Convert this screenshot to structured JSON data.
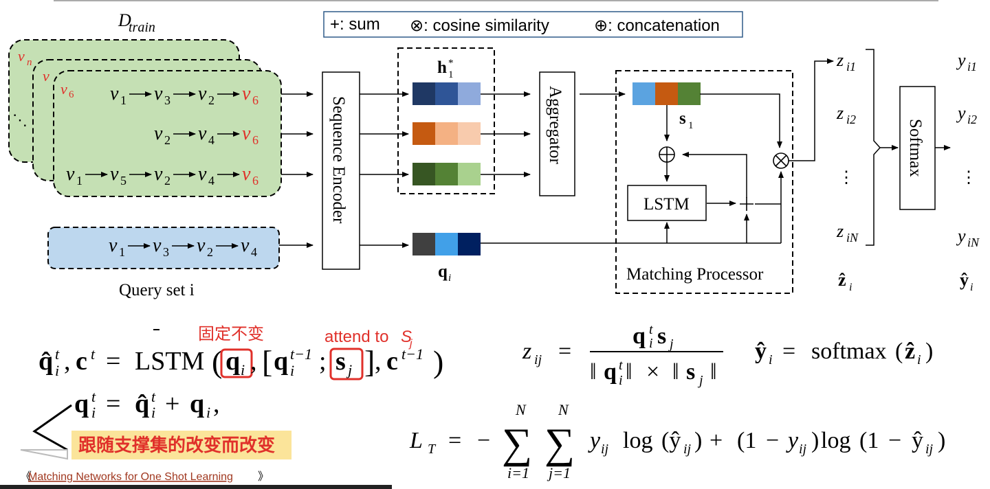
{
  "legend": {
    "sum": "+: sum",
    "cos": "⊗: cosine similarity",
    "cat": "⊕: concatenation"
  },
  "dtrain": {
    "label": "D",
    "subscript": "train"
  },
  "support": {
    "back_tags": [
      "v",
      "n",
      "v",
      "v",
      "v",
      "v"
    ],
    "rows": [
      [
        {
          "b": "v",
          "s": "1"
        },
        {
          "b": "v",
          "s": "3"
        },
        {
          "b": "v",
          "s": "2"
        },
        {
          "b": "v",
          "s": "6",
          "red": true
        }
      ],
      [
        {
          "b": "v",
          "s": "2"
        },
        {
          "b": "v",
          "s": "4"
        },
        {
          "b": "v",
          "s": "6",
          "red": true
        }
      ],
      [
        {
          "b": "v",
          "s": "1"
        },
        {
          "b": "v",
          "s": "5"
        },
        {
          "b": "v",
          "s": "2"
        },
        {
          "b": "v",
          "s": "4"
        },
        {
          "b": "v",
          "s": "6",
          "red": true
        }
      ]
    ],
    "front_tag": {
      "b": "v",
      "s": "6"
    },
    "back_tag_1": {
      "b": "v",
      "s": "n"
    },
    "back_tag_2": {
      "b": "v",
      "s": ""
    }
  },
  "query": {
    "seq": [
      {
        "b": "v",
        "s": "1"
      },
      {
        "b": "v",
        "s": "3"
      },
      {
        "b": "v",
        "s": "2"
      },
      {
        "b": "v",
        "s": "4"
      }
    ],
    "label": "Query set i"
  },
  "encoder": {
    "label": "Sequence Encoder"
  },
  "h_label": {
    "base": "h",
    "sub": "1",
    "sup": "*"
  },
  "q_label": {
    "base": "q",
    "sub": "i"
  },
  "aggregator": {
    "label": "Aggregator"
  },
  "s_label": {
    "base": "s",
    "sub": "1"
  },
  "lstm": {
    "label": "LSTM"
  },
  "matching": {
    "label": "Matching Processor"
  },
  "softmax": {
    "label": "Softmax"
  },
  "z_outputs": [
    {
      "b": "z",
      "s": "i1"
    },
    {
      "b": "z",
      "s": "i2"
    },
    {
      "b": "z",
      "s": "iN"
    }
  ],
  "y_outputs": [
    {
      "b": "y",
      "s": "i1"
    },
    {
      "b": "y",
      "s": "i2"
    },
    {
      "b": "y",
      "s": "iN"
    }
  ],
  "z_vec": {
    "base": "ẑ",
    "sub": "i"
  },
  "y_vec": {
    "base": "ŷ",
    "sub": "i"
  },
  "colors": {
    "green_card": "#c5e0b4",
    "blue_card": "#bdd7ee",
    "row1": [
      "#1f3864",
      "#2f5597",
      "#8faadc"
    ],
    "row2": [
      "#c55a11",
      "#f4b183",
      "#f8cbad"
    ],
    "row3": [
      "#375623",
      "#548235",
      "#a9d18e"
    ],
    "s1": [
      "#5ba3e0",
      "#c55a11",
      "#548235"
    ],
    "qvec": [
      "#404040",
      "#41a0e8",
      "#002060"
    ],
    "red": "#e0302a"
  },
  "annotations": {
    "fixed": "固定不变",
    "attend": "attend to ",
    "attend_sym": "S",
    "attend_sub": "j",
    "follow": "跟随支撑集的改变而改变"
  },
  "equations": {
    "lstm_lhs": "q̂",
    "lstm_fn": "LSTM",
    "lstm_eq": "=",
    "residual": "= q̂ + q",
    "z_lhs": "z",
    "z_sub": "ij",
    "y_rhs": "softmax",
    "loss_lhs": "L",
    "loss_sub": "T",
    "sum_top": "N",
    "sum_i": "i=1",
    "sum_j": "j=1",
    "log": "log"
  },
  "footer": {
    "left": "《",
    "link": "Matching Networks for One Shot Learning",
    "right": "》"
  }
}
